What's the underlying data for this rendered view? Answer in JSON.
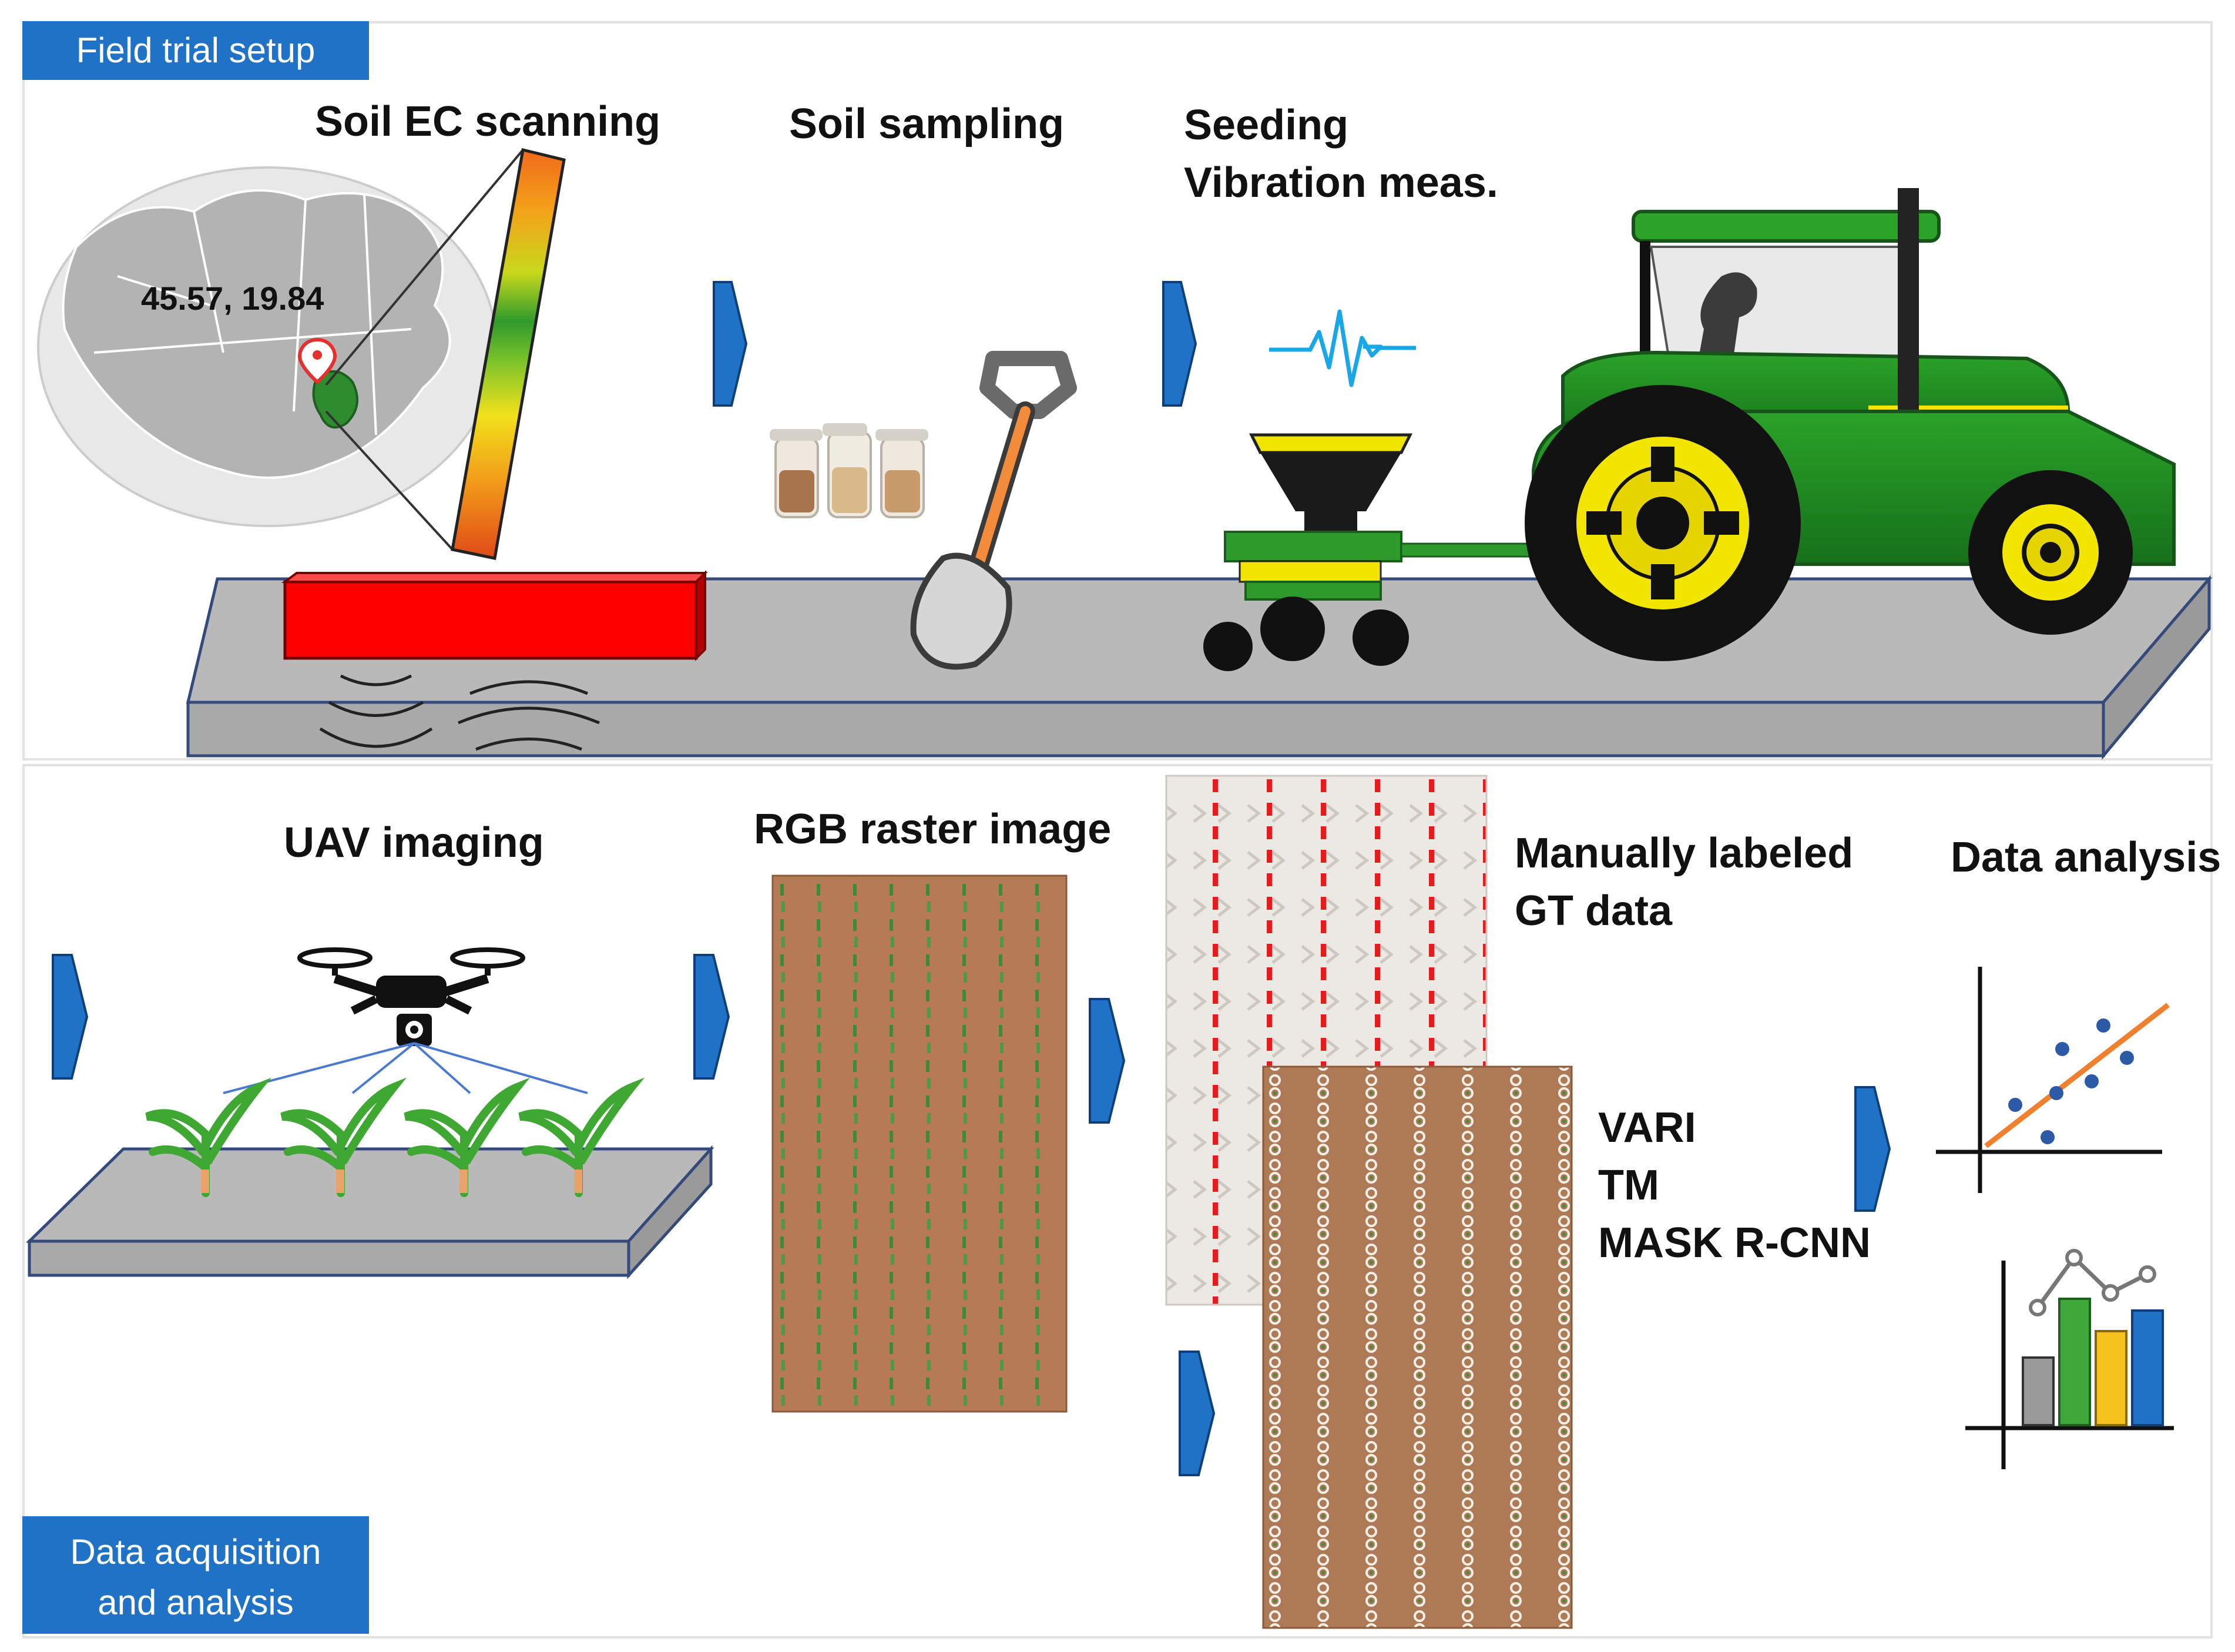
{
  "sections": {
    "top": {
      "label": "Field trial setup"
    },
    "bottom": {
      "label_line1": "Data acquisition",
      "label_line2": "and analysis"
    }
  },
  "steps": {
    "soil_ec": "Soil EC scanning",
    "soil_sampling": "Soil sampling",
    "seeding_line1": "Seeding",
    "seeding_line2": "Vibration meas.",
    "uav": "UAV imaging",
    "rgb": "RGB raster image",
    "gt_line1": "Manually labeled",
    "gt_line2": "GT data",
    "method1": "VARI",
    "method2": "TM",
    "method3": "MASK R-CNN",
    "analysis": "Data analysis"
  },
  "map": {
    "coordinates": "45.57, 19.84"
  },
  "colors": {
    "section_badge": "#1f72c5",
    "arrow": "#1f72c5",
    "tractor_green": "#1f8a1c",
    "tractor_yellow": "#f2e600",
    "soil_brown": "#b07a55",
    "sensor_red": "#ff0000",
    "ground_gray": "#b9b9b9"
  },
  "icons": [
    "world-map-icon",
    "location-pin-icon",
    "ec-sensor-icon",
    "shovel-icon",
    "sample-jars-icon",
    "vibration-signal-icon",
    "seeder-icon",
    "tractor-icon",
    "drone-icon",
    "maize-plant-icon",
    "scatter-plot-icon",
    "bar-chart-icon"
  ]
}
